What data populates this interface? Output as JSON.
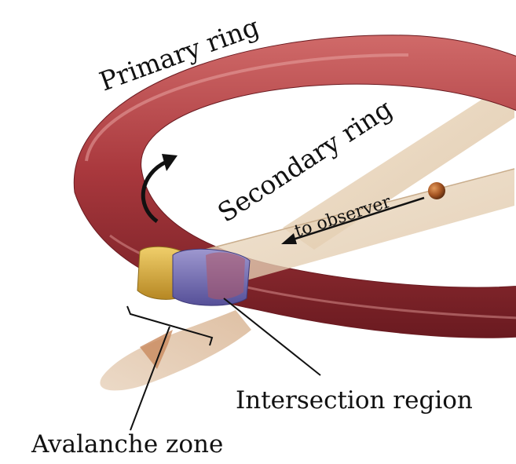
{
  "labels": {
    "primary_ring": "Primary ring",
    "secondary_ring": "Secondary ring",
    "to_observer": "to observer",
    "intersection_region": "Intersection region",
    "avalanche_zone": "Avalanche zone"
  },
  "colors": {
    "primary_ring": "#a8373c",
    "primary_ring_highlight": "#d46a68",
    "primary_ring_shadow": "#6e1c22",
    "secondary_ring": "#e6d2b8",
    "secondary_ring_edge": "#c9ad8c",
    "yellow_band": "#d9ad3c",
    "blue_band": "#7b74b2",
    "cone": "#c98a5e",
    "observer_ball": "#a45422",
    "ink": "#111111"
  }
}
